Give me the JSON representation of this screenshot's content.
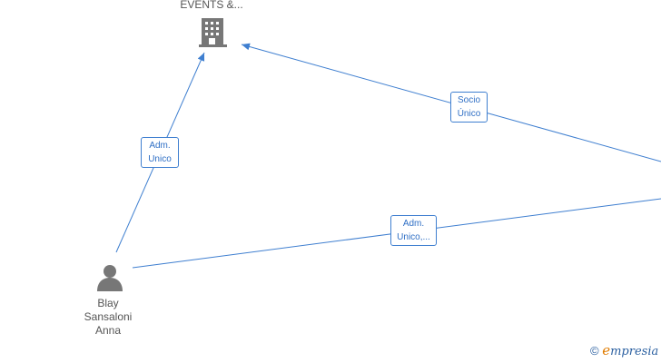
{
  "nodes": {
    "company": {
      "label": "EVENTS &...",
      "icon": "building-icon"
    },
    "person": {
      "label": "Blay\nSansaloni\nAnna",
      "icon": "person-icon"
    }
  },
  "edges": {
    "person_company": {
      "label": "Adm.\nUnico"
    },
    "offscreen_company": {
      "label": "Socio\nÚnico"
    },
    "person_offscreen": {
      "label": "Adm.\nUnico,..."
    }
  },
  "brand": {
    "copyright": "©",
    "initial": "e",
    "rest": "mpresia"
  },
  "colors": {
    "edge": "#3f7fd0",
    "node": "#777777"
  }
}
